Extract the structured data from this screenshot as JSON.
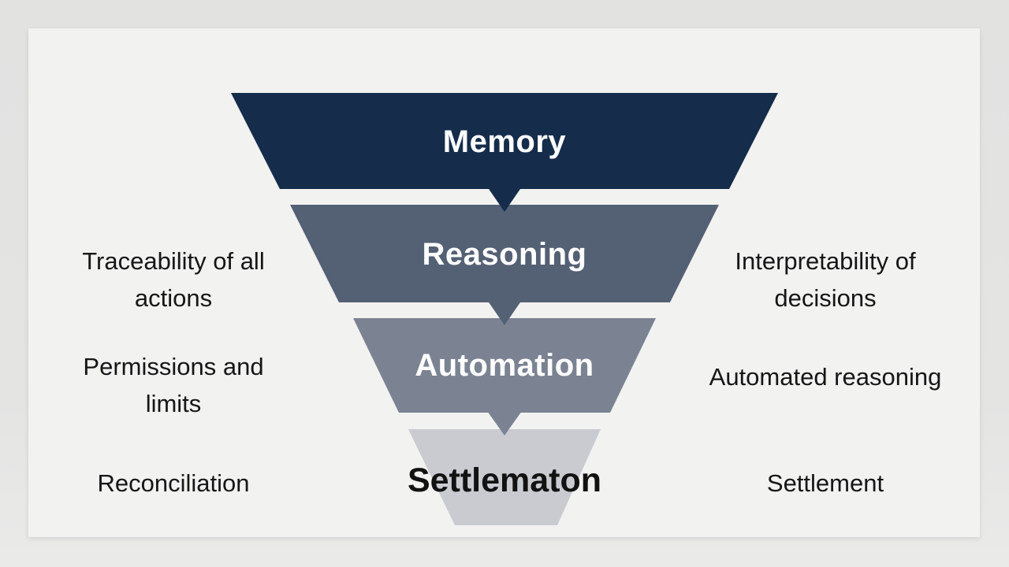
{
  "background": {
    "outer": "#e4e4e3",
    "card": "#f2f2f1"
  },
  "funnel": {
    "levels": [
      {
        "label": "Memory",
        "color": "#152c4b",
        "label_color": "#ffffff"
      },
      {
        "label": "Reasoning",
        "color": "#546074",
        "label_color": "#ffffff"
      },
      {
        "label": "Automation",
        "color": "#7b8393",
        "label_color": "#ffffff"
      },
      {
        "label": "Settlematon",
        "color": "#c9cbd1",
        "label_color": "#121212"
      }
    ]
  },
  "side_labels": {
    "left": [
      "Traceability of all\nactions",
      "Permissions and\nlimits",
      "Reconciliation"
    ],
    "right": [
      "Interpretability of\ndecisions",
      "Automated reasoning",
      "Settlement"
    ]
  }
}
